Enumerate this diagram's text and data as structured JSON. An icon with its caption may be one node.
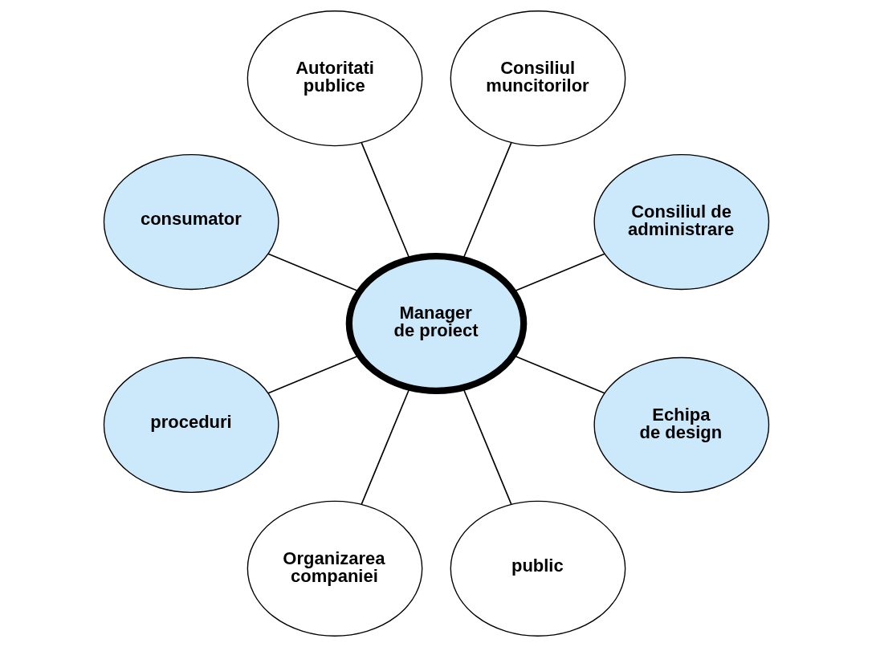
{
  "diagram": {
    "nodes": [
      {
        "text": [
          "Consiliul de administrare"
        ]
      },
      {
        "text": [
          "Consiliul muncitorilor"
        ]
      },
      {
        "text": [
          "Autoritati publice"
        ]
      },
      {
        "text": [
          "consumator"
        ]
      },
      {
        "text": [
          "Manager de proiect"
        ]
      },
      {
        "text": [
          "proceduri"
        ]
      },
      {
        "text": [
          "Organizarea companiei"
        ]
      },
      {
        "text": [
          "public"
        ]
      },
      {
        "text": [
          "Echipa de design"
        ]
      }
    ],
    "edges": [
      {
        "from": 4,
        "to": 0,
        "arrow": "none"
      },
      {
        "from": 4,
        "to": 2,
        "arrow": "none"
      },
      {
        "from": 4,
        "to": 5,
        "arrow": "none"
      },
      {
        "from": 4,
        "to": 7,
        "arrow": "none"
      },
      {
        "from": 4,
        "to": 8,
        "arrow": "none"
      },
      {
        "from": 4,
        "to": 6,
        "arrow": "none"
      },
      {
        "from": 4,
        "to": 3,
        "arrow": "none"
      },
      {
        "from": 4,
        "to": 1,
        "arrow": "none"
      }
    ]
  }
}
